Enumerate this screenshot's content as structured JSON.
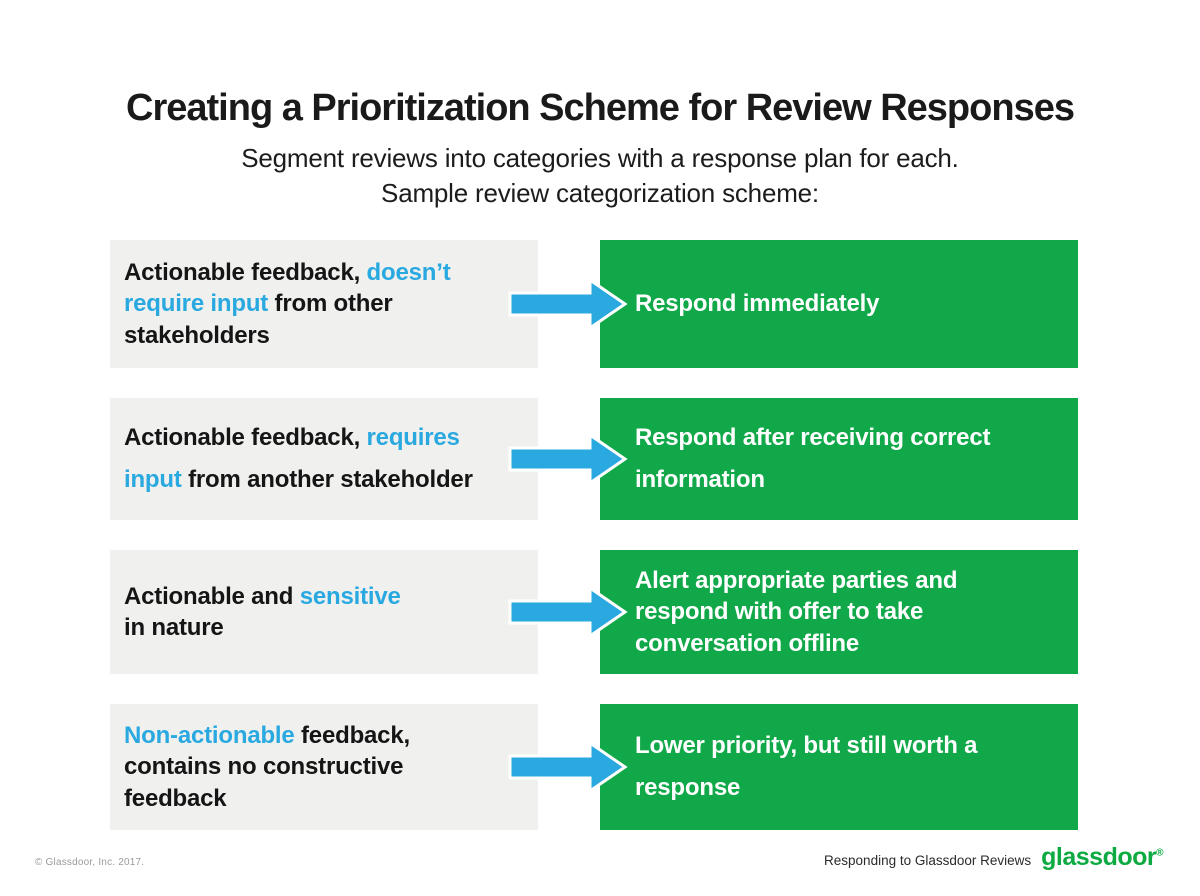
{
  "title": "Creating a Prioritization Scheme for Review Responses",
  "subtitle_line1": "Segment reviews into categories with a response plan for each.",
  "subtitle_line2": "Sample review categorization scheme:",
  "rows": [
    {
      "category_segments": [
        {
          "style": "dark",
          "text": "Actionable feedback, "
        },
        {
          "style": "blue",
          "text": "doesn’t\nrequire input"
        },
        {
          "style": "dark",
          "text": " from other\nstakeholders"
        }
      ],
      "response": "Respond immediately"
    },
    {
      "category_segments": [
        {
          "style": "dark",
          "text": "Actionable feedback, "
        },
        {
          "style": "blue",
          "text": "requires\ninput"
        },
        {
          "style": "dark",
          "text": " from another stakeholder"
        }
      ],
      "response": "Respond after receiving correct\ninformation"
    },
    {
      "category_segments": [
        {
          "style": "dark",
          "text": "Actionable and "
        },
        {
          "style": "blue",
          "text": "sensitive"
        },
        {
          "style": "dark",
          "text": "\nin nature"
        }
      ],
      "response": "Alert appropriate parties and\nrespond with offer to take\nconversation offline"
    },
    {
      "category_segments": [
        {
          "style": "blue",
          "text": "Non-actionable"
        },
        {
          "style": "dark",
          "text": " feedback,\ncontains no constructive\nfeedback"
        }
      ],
      "response": "Lower priority, but still worth a\nresponse"
    }
  ],
  "footer": {
    "copyright": "© Glassdoor, Inc.  2017.",
    "deck_title": "Responding to Glassdoor Reviews",
    "logo_text": "glassdoor",
    "registered_mark": "®"
  },
  "colors": {
    "green": "#10a848",
    "blue": "#29a9e0",
    "gray_box": "#f0f0ef",
    "text_dark": "#151515",
    "logo_green": "#0caa41"
  }
}
